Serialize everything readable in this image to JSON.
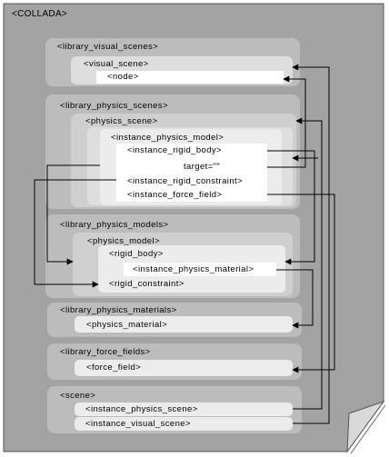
{
  "collada": {
    "label": "<COLLADA>"
  },
  "library_visual_scenes": {
    "label": "<library_visual_scenes>",
    "visual_scene": "<visual_scene>",
    "node": "<node>"
  },
  "library_physics_scenes": {
    "label": "<library_physics_scenes>",
    "physics_scene": "<physics_scene>",
    "instance_physics_model": "<instance_physics_model>",
    "instance_rigid_body": "<instance_rigid_body>",
    "target_attr": "target=\"\"",
    "instance_rigid_constraint": "<instance_rigid_constraint>",
    "instance_force_field": "<instance_force_field>"
  },
  "library_physics_models": {
    "label": "<library_physics_models>",
    "physics_model": "<physics_model>",
    "rigid_body": "<rigid_body>",
    "instance_physics_material": "<instance_physics_material>",
    "rigid_constraint": "<rigid_constraint>"
  },
  "library_physics_materials": {
    "label": "<library_physics_materials>",
    "physics_material": "<physics_material>"
  },
  "library_force_fields": {
    "label": "<library_force_fields>",
    "force_field": "<force_field>"
  },
  "scene": {
    "label": "<scene>",
    "instance_physics_scene": "<instance_physics_scene>",
    "instance_visual_scene": "<instance_visual_scene>"
  }
}
